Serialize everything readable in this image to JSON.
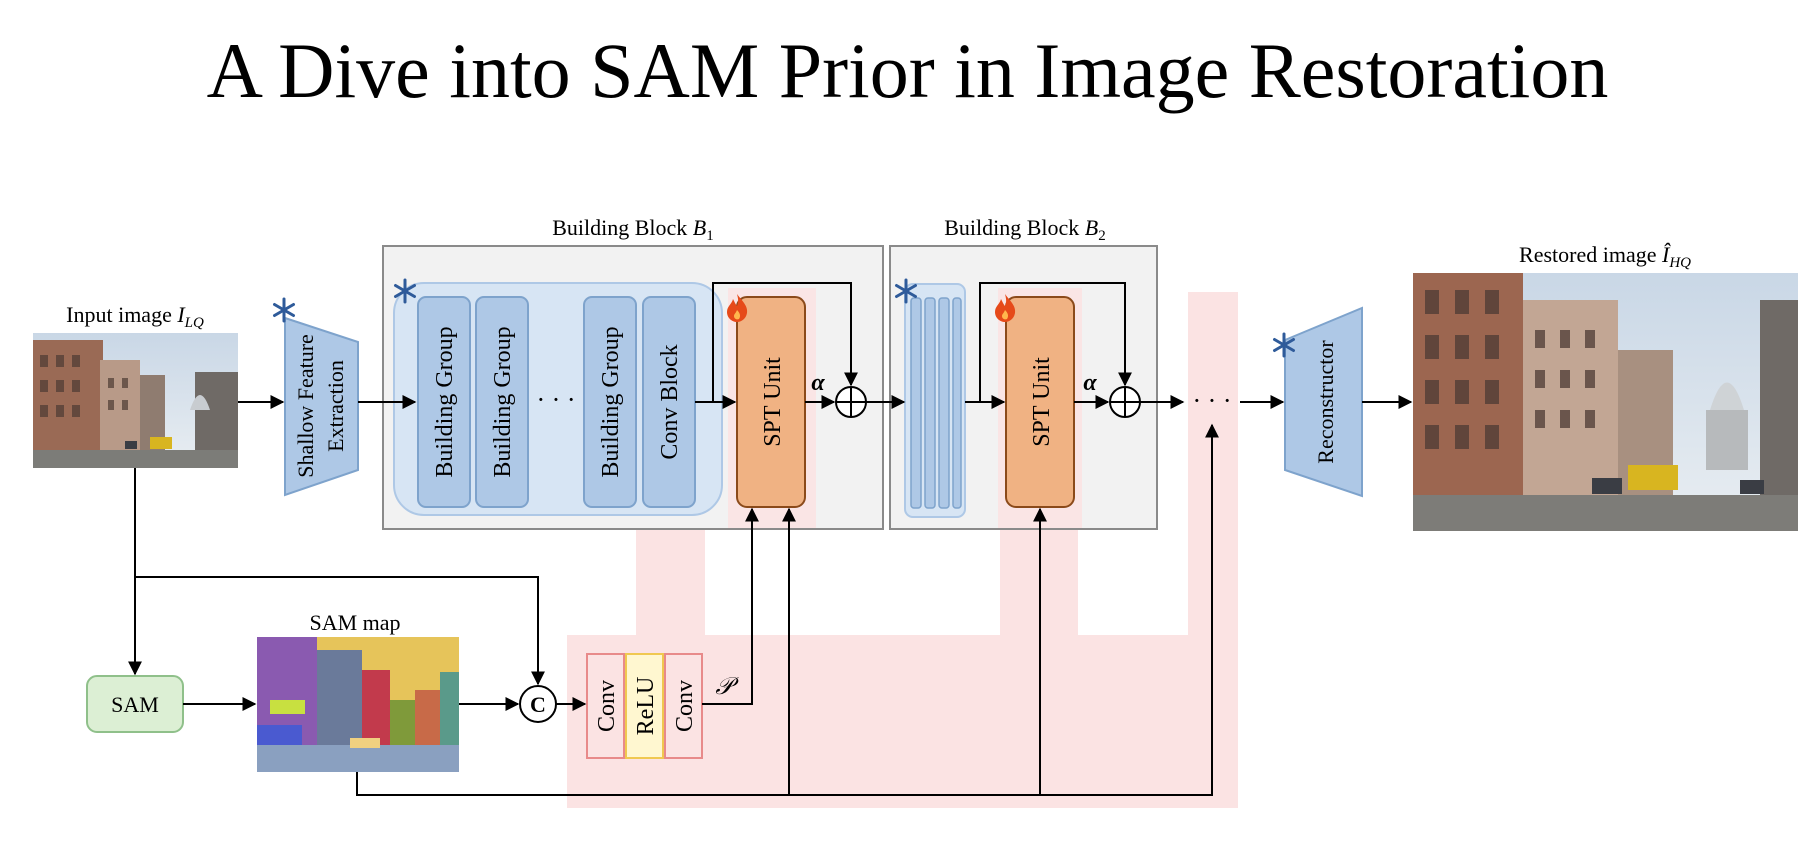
{
  "title": "A Dive into SAM Prior in Image Restoration",
  "labels": {
    "input_image": "Input image ",
    "input_image_sym": "I",
    "input_image_sub": "LQ",
    "shallow_line1": "Shallow Feature",
    "shallow_line2": "Extraction",
    "block1_title": "Building Block ",
    "block1_sym": "B",
    "block1_sub": "1",
    "block2_title": "Building Block ",
    "block2_sym": "B",
    "block2_sub": "2",
    "building_group": "Building Group",
    "conv_block": "Conv Block",
    "ellipsis": "· · ·",
    "spt_unit": "SPT Unit",
    "alpha": "α",
    "reconstructor": "Reconstructor",
    "restored_image": "Restored image ",
    "restored_image_sym": "Î",
    "restored_image_sub": "HQ",
    "sam": "SAM",
    "sam_map": "SAM map",
    "concat": "C",
    "conv": "Conv",
    "relu": "ReLU",
    "prior": "𝒫"
  },
  "colors": {
    "blue_fill": "#aec8e6",
    "blue_stroke": "#7ea3cc",
    "group_bg": "#d7e5f4",
    "block_bg": "#f2f2f2",
    "block_stroke": "#8a8a8a",
    "spt_fill": "#f0b283",
    "spt_stroke": "#8b4a1a",
    "pink_band": "#fbe3e3",
    "sam_fill": "#dcefd4",
    "sam_stroke": "#8fc08a",
    "conv_stroke": "#e88a8a",
    "relu_fill": "#fff7d0",
    "relu_stroke": "#f0c850",
    "snowflake": "#2f5b9a",
    "fire": "#e64a19"
  },
  "icons": [
    "snowflake-icon",
    "fire-icon"
  ]
}
